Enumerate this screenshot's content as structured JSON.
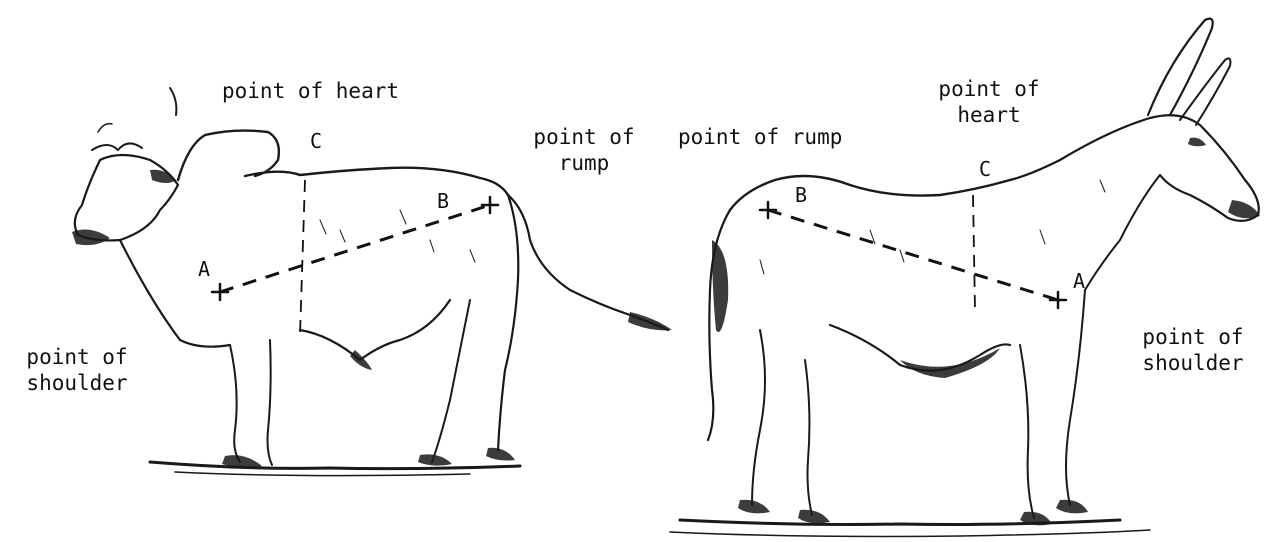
{
  "ox": {
    "label_point_of_heart": "point of heart",
    "label_point_of_rump_line1": "point of",
    "label_point_of_rump_line2": "rump",
    "label_point_of_shoulder_line1": "point of",
    "label_point_of_shoulder_line2": "shoulder",
    "point_a": "A",
    "point_b": "B",
    "point_c": "C"
  },
  "donkey": {
    "label_point_of_rump": "point of rump",
    "label_point_of_heart_line1": "point of",
    "label_point_of_heart_line2": "heart",
    "label_point_of_shoulder_line1": "point of",
    "label_point_of_shoulder_line2": "shoulder",
    "point_a": "A",
    "point_b": "B",
    "point_c": "C"
  },
  "colors": {
    "ink": "#111111",
    "background": "#ffffff"
  }
}
